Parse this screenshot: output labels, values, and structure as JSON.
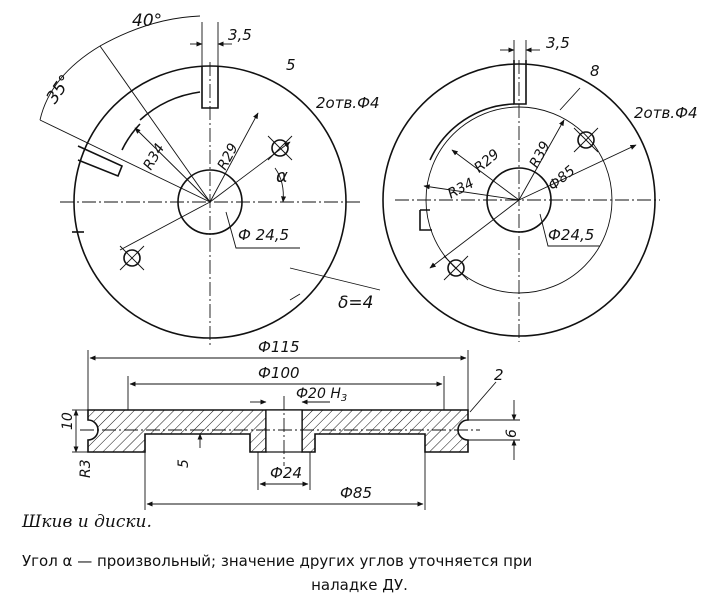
{
  "left_disc": {
    "angle_40": "40°",
    "angle_35": "35°",
    "slot_width": "3,5",
    "part_number": "5",
    "holes": "2отв.Ф4",
    "r34": "R34",
    "r29": "R29",
    "alpha": "α",
    "bore": "Ф 24,5",
    "thickness": "δ=4"
  },
  "right_disc": {
    "slot_width": "3,5",
    "part_number": "8",
    "holes": "2отв.Ф4",
    "r29": "R29",
    "r34": "R34",
    "r39": "R39",
    "d85": "Ф85",
    "bore": "Ф24,5"
  },
  "pulley": {
    "d115": "Ф115",
    "d100": "Ф100",
    "d20": "Ф20 Н",
    "d20_sub": "3",
    "part_number": "2",
    "height": "10",
    "groove": "6",
    "radius": "R3",
    "step": "5",
    "d24": "Ф24",
    "d85": "Ф85"
  },
  "caption": {
    "title": "Шкив и диски.",
    "line1": "Угол α — произвольный; значение других углов уточняется при",
    "line2": "наладке ДУ."
  }
}
